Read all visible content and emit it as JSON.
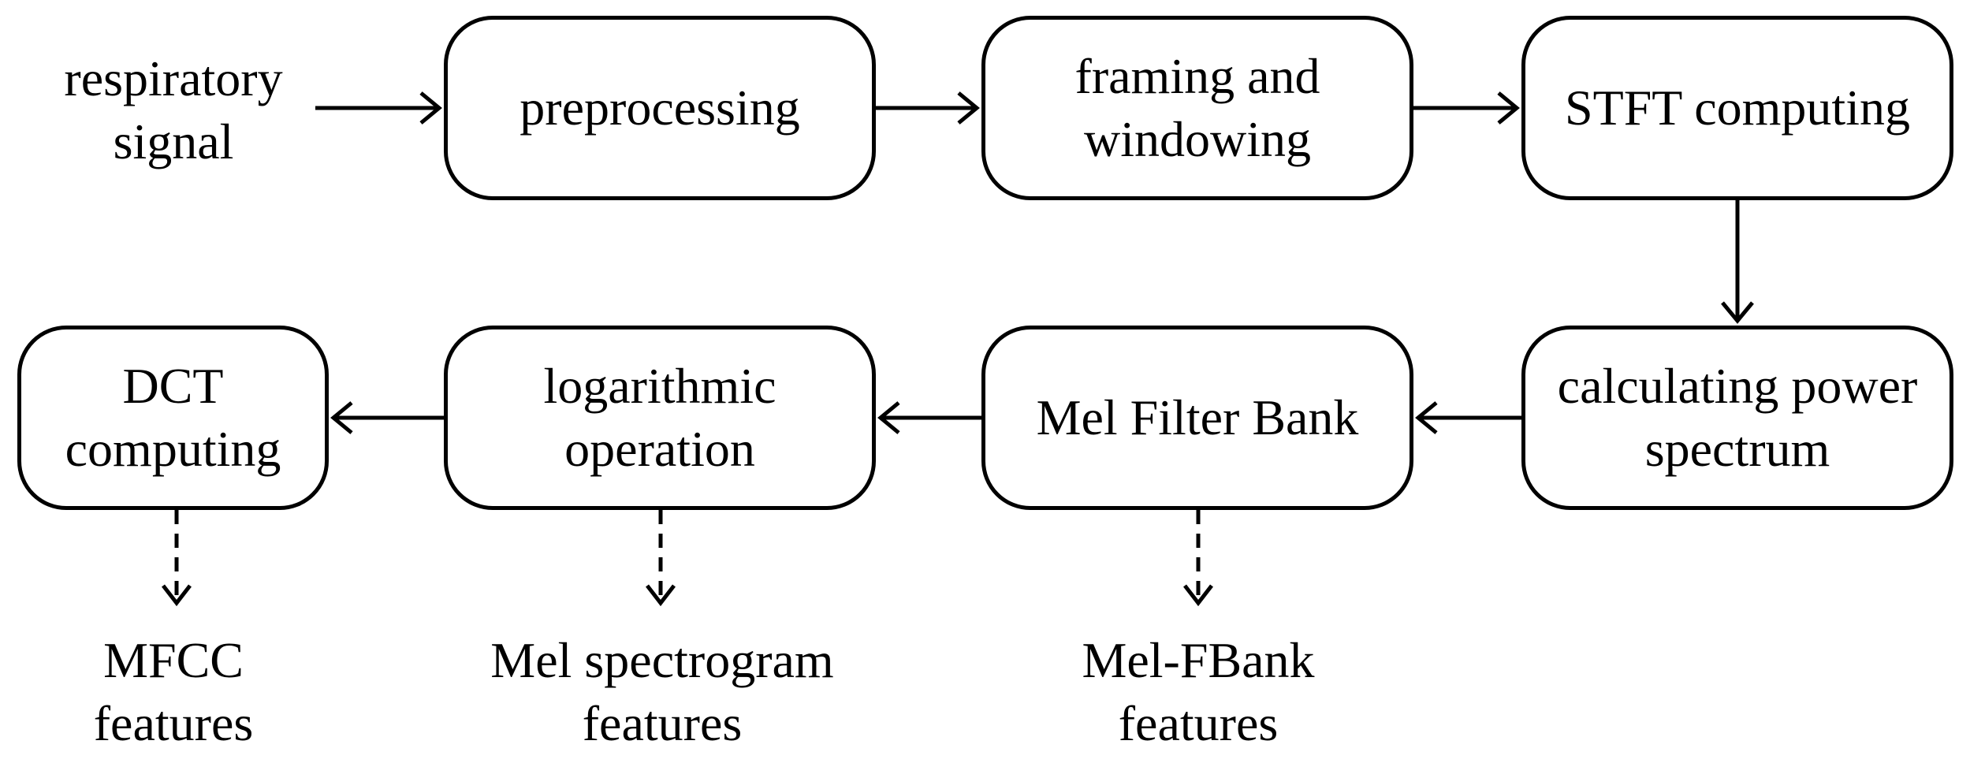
{
  "input": {
    "line1": "respiratory",
    "line2": "signal"
  },
  "steps": {
    "preprocessing": {
      "line1": "preprocessing"
    },
    "framing": {
      "line1": "framing and",
      "line2": "windowing"
    },
    "stft": {
      "line1": "STFT computing"
    },
    "power": {
      "line1": "calculating power",
      "line2": "spectrum"
    },
    "mel_filter": {
      "line1": "Mel Filter Bank"
    },
    "log": {
      "line1": "logarithmic",
      "line2": "operation"
    },
    "dct": {
      "line1": "DCT",
      "line2": "computing"
    }
  },
  "outputs": {
    "mfcc": {
      "line1": "MFCC",
      "line2": "features"
    },
    "mel_spectrogram": {
      "line1": "Mel spectrogram",
      "line2": "features"
    },
    "mel_fbank": {
      "line1": "Mel-FBank",
      "line2": "features"
    }
  }
}
